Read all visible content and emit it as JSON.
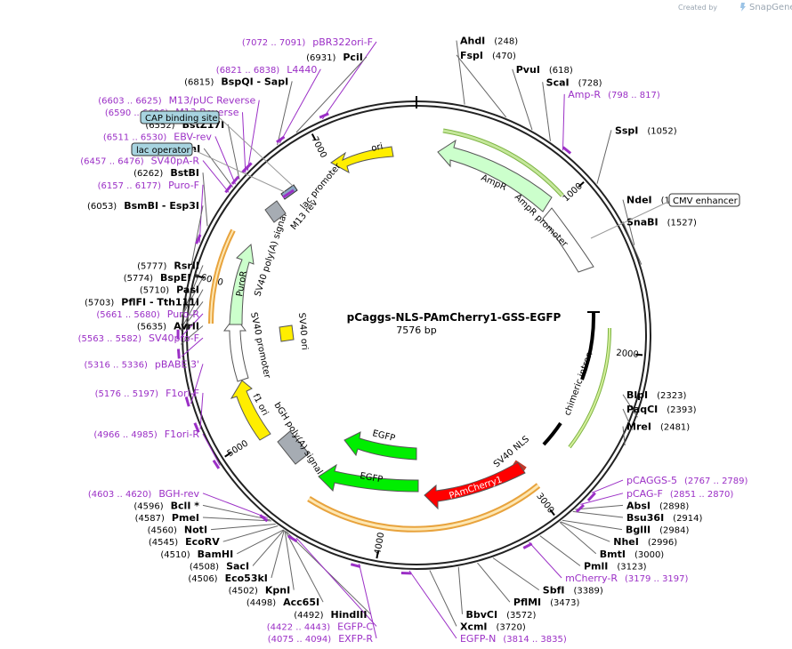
{
  "header": {
    "created_by": "Created by",
    "brand": "SnapGene"
  },
  "plasmid": {
    "name": "pCaggs-NLS-PAmCherry1-GSS-EGFP",
    "length_label": "7576 bp",
    "length": 7576
  },
  "ticks": [
    {
      "pos": 1000,
      "label": "1000"
    },
    {
      "pos": 2000,
      "label": "2000"
    },
    {
      "pos": 3000,
      "label": "3000"
    },
    {
      "pos": 4000,
      "label": "4000"
    },
    {
      "pos": 5000,
      "label": "5000"
    },
    {
      "pos": 6000,
      "label": "6000"
    },
    {
      "pos": 7000,
      "label": "7000"
    }
  ],
  "restriction_sites": [
    {
      "name": "AhdI",
      "pos_label": "(248)",
      "pos": 248,
      "side": "right"
    },
    {
      "name": "FspI",
      "pos_label": "(470)",
      "pos": 470,
      "side": "right"
    },
    {
      "name": "PvuI",
      "pos_label": "(618)",
      "pos": 618,
      "side": "right"
    },
    {
      "name": "ScaI",
      "pos_label": "(728)",
      "pos": 728,
      "side": "right"
    },
    {
      "name": "SspI",
      "pos_label": "(1052)",
      "pos": 1052,
      "side": "right"
    },
    {
      "name": "NdeI",
      "pos_label": "(1421)",
      "pos": 1421,
      "side": "right"
    },
    {
      "name": "SnaBI",
      "pos_label": "(1527)",
      "pos": 1527,
      "side": "right"
    },
    {
      "name": "BlpI",
      "pos_label": "(2323)",
      "pos": 2323,
      "side": "right"
    },
    {
      "name": "PaqCI",
      "pos_label": "(2393)",
      "pos": 2393,
      "side": "right"
    },
    {
      "name": "MreI",
      "pos_label": "(2481)",
      "pos": 2481,
      "side": "right"
    },
    {
      "name": "AbsI",
      "pos_label": "(2898)",
      "pos": 2898,
      "side": "right"
    },
    {
      "name": "Bsu36I",
      "pos_label": "(2914)",
      "pos": 2914,
      "side": "right"
    },
    {
      "name": "BglII",
      "pos_label": "(2984)",
      "pos": 2984,
      "side": "right"
    },
    {
      "name": "NheI",
      "pos_label": "(2996)",
      "pos": 2996,
      "side": "right"
    },
    {
      "name": "BmtI",
      "pos_label": "(3000)",
      "pos": 3000,
      "side": "right"
    },
    {
      "name": "PmlI",
      "pos_label": "(3123)",
      "pos": 3123,
      "side": "right"
    },
    {
      "name": "SbfI",
      "pos_label": "(3389)",
      "pos": 3389,
      "side": "right"
    },
    {
      "name": "PflMI",
      "pos_label": "(3473)",
      "pos": 3473,
      "side": "right"
    },
    {
      "name": "BbvCI",
      "pos_label": "(3572)",
      "pos": 3572,
      "side": "right"
    },
    {
      "name": "XcmI",
      "pos_label": "(3720)",
      "pos": 3720,
      "side": "right"
    },
    {
      "name": "HindIII",
      "pos_label": "(4492)",
      "pos": 4492,
      "side": "left"
    },
    {
      "name": "Acc65I",
      "pos_label": "(4498)",
      "pos": 4498,
      "side": "left"
    },
    {
      "name": "KpnI",
      "pos_label": "(4502)",
      "pos": 4502,
      "side": "left"
    },
    {
      "name": "Eco53kI",
      "pos_label": "(4506)",
      "pos": 4506,
      "side": "left"
    },
    {
      "name": "SacI",
      "pos_label": "(4508)",
      "pos": 4508,
      "side": "left"
    },
    {
      "name": "BamHI",
      "pos_label": "(4510)",
      "pos": 4510,
      "side": "left"
    },
    {
      "name": "EcoRV",
      "pos_label": "(4545)",
      "pos": 4545,
      "side": "left"
    },
    {
      "name": "NotI",
      "pos_label": "(4560)",
      "pos": 4560,
      "side": "left"
    },
    {
      "name": "PmeI",
      "pos_label": "(4587)",
      "pos": 4587,
      "side": "left"
    },
    {
      "name": "BclI *",
      "pos_label": "(4596)",
      "pos": 4596,
      "side": "left"
    },
    {
      "name": "AvrII",
      "pos_label": "(5635)",
      "pos": 5635,
      "side": "left"
    },
    {
      "name": "PflFI - Tth111I",
      "pos_label": "(5703)",
      "pos": 5703,
      "side": "left"
    },
    {
      "name": "PasI",
      "pos_label": "(5710)",
      "pos": 5710,
      "side": "left"
    },
    {
      "name": "BspEI *",
      "pos_label": "(5774)",
      "pos": 5774,
      "side": "left"
    },
    {
      "name": "RsrII",
      "pos_label": "(5777)",
      "pos": 5777,
      "side": "left"
    },
    {
      "name": "BsmBI - Esp3I",
      "pos_label": "(6053)",
      "pos": 6053,
      "side": "left"
    },
    {
      "name": "BstBI",
      "pos_label": "(6262)",
      "pos": 6262,
      "side": "left"
    },
    {
      "name": "BsmI",
      "pos_label": "(6500)",
      "pos": 6500,
      "side": "left"
    },
    {
      "name": "BstZ17I",
      "pos_label": "(6552)",
      "pos": 6552,
      "side": "left"
    },
    {
      "name": "BspQI - SapI",
      "pos_label": "(6815)",
      "pos": 6815,
      "side": "left"
    },
    {
      "name": "PciI",
      "pos_label": "(6931)",
      "pos": 6931,
      "side": "left"
    }
  ],
  "primers": [
    {
      "name": "Amp-R",
      "range_label": "(798 .. 817)",
      "start": 798,
      "end": 817,
      "side": "right"
    },
    {
      "name": "pCAGGS-5",
      "range_label": "(2767 .. 2789)",
      "start": 2767,
      "end": 2789,
      "side": "right"
    },
    {
      "name": "pCAG-F",
      "range_label": "(2851 .. 2870)",
      "start": 2851,
      "end": 2870,
      "side": "right"
    },
    {
      "name": "mCherry-R",
      "range_label": "(3179 .. 3197)",
      "start": 3179,
      "end": 3197,
      "side": "right"
    },
    {
      "name": "EGFP-N",
      "range_label": "(3814 .. 3835)",
      "start": 3814,
      "end": 3835,
      "side": "right"
    },
    {
      "name": "EXFP-R",
      "range_label": "(4075 .. 4094)",
      "start": 4075,
      "end": 4094,
      "side": "left"
    },
    {
      "name": "EGFP-C",
      "range_label": "(4422 .. 4443)",
      "start": 4422,
      "end": 4443,
      "side": "left"
    },
    {
      "name": "BGH-rev",
      "range_label": "(4603 .. 4620)",
      "start": 4603,
      "end": 4620,
      "side": "left"
    },
    {
      "name": "F1ori-R",
      "range_label": "(4966 .. 4985)",
      "start": 4966,
      "end": 4985,
      "side": "left"
    },
    {
      "name": "F1ori-F",
      "range_label": "(5176 .. 5197)",
      "start": 5176,
      "end": 5197,
      "side": "left"
    },
    {
      "name": "pBABE 3'",
      "range_label": "(5316 .. 5336)",
      "start": 5316,
      "end": 5336,
      "side": "left"
    },
    {
      "name": "SV40pro-F",
      "range_label": "(5563 .. 5582)",
      "start": 5563,
      "end": 5582,
      "side": "left"
    },
    {
      "name": "Puro-R",
      "range_label": "(5661 .. 5680)",
      "start": 5661,
      "end": 5680,
      "side": "left"
    },
    {
      "name": "Puro-F",
      "range_label": "(6157 .. 6177)",
      "start": 6157,
      "end": 6177,
      "side": "left"
    },
    {
      "name": "SV40pA-R",
      "range_label": "(6457 .. 6476)",
      "start": 6457,
      "end": 6476,
      "side": "left"
    },
    {
      "name": "EBV-rev",
      "range_label": "(6511 .. 6530)",
      "start": 6511,
      "end": 6530,
      "side": "left"
    },
    {
      "name": "M13 Reverse",
      "range_label": "(6590 .. 6606)",
      "start": 6590,
      "end": 6606,
      "side": "left"
    },
    {
      "name": "M13/pUC Reverse",
      "range_label": "(6603 .. 6625)",
      "start": 6603,
      "end": 6625,
      "side": "left"
    },
    {
      "name": "L4440",
      "range_label": "(6821 .. 6838)",
      "start": 6821,
      "end": 6838,
      "side": "left"
    },
    {
      "name": "pBR322ori-F",
      "range_label": "(7072 .. 7091)",
      "start": 7072,
      "end": 7091,
      "side": "left"
    }
  ],
  "boxed_labels": [
    {
      "name": "CAP binding site",
      "side": "left"
    },
    {
      "name": "lac operator",
      "side": "left"
    },
    {
      "name": "CMV enhancer",
      "side": "right"
    }
  ],
  "features": [
    {
      "name": "ori",
      "type": "rep_origin",
      "color": "#ffee00"
    },
    {
      "name": "AmpR",
      "type": "CDS",
      "color": "#ccffcc"
    },
    {
      "name": "AmpR promoter",
      "type": "promoter",
      "color": "#ffffff"
    },
    {
      "name": "chimeric intron",
      "type": "intron",
      "color": "#000000"
    },
    {
      "name": "SV40 NLS",
      "type": "misc_feature",
      "color": "#000000"
    },
    {
      "name": "PAmCherry1",
      "type": "CDS",
      "color": "#ff0000"
    },
    {
      "name": "EGFP",
      "type": "CDS",
      "color": "#00ee00"
    },
    {
      "name": "bGH poly(A) signal",
      "type": "polyA_signal",
      "color": "#999999"
    },
    {
      "name": "f1 ori",
      "type": "rep_origin",
      "color": "#ffee00"
    },
    {
      "name": "SV40 promoter",
      "type": "promoter",
      "color": "#ffffff"
    },
    {
      "name": "SV40 ori",
      "type": "rep_origin",
      "color": "#ffee00"
    },
    {
      "name": "PuroR",
      "type": "CDS",
      "color": "#ccffcc"
    },
    {
      "name": "SV40 poly(A) signal",
      "type": "polyA_signal",
      "color": "#999999"
    },
    {
      "name": "lac promoter",
      "type": "promoter",
      "color": "#ffffff"
    },
    {
      "name": "M13 rev",
      "type": "primer_bind",
      "color": "#9b2fc6"
    }
  ],
  "colors": {
    "primer": "#9b2fc6",
    "backbone": "#000000",
    "amp_highlight": "#7cb342",
    "orange_highlight": "#e8a33d"
  }
}
